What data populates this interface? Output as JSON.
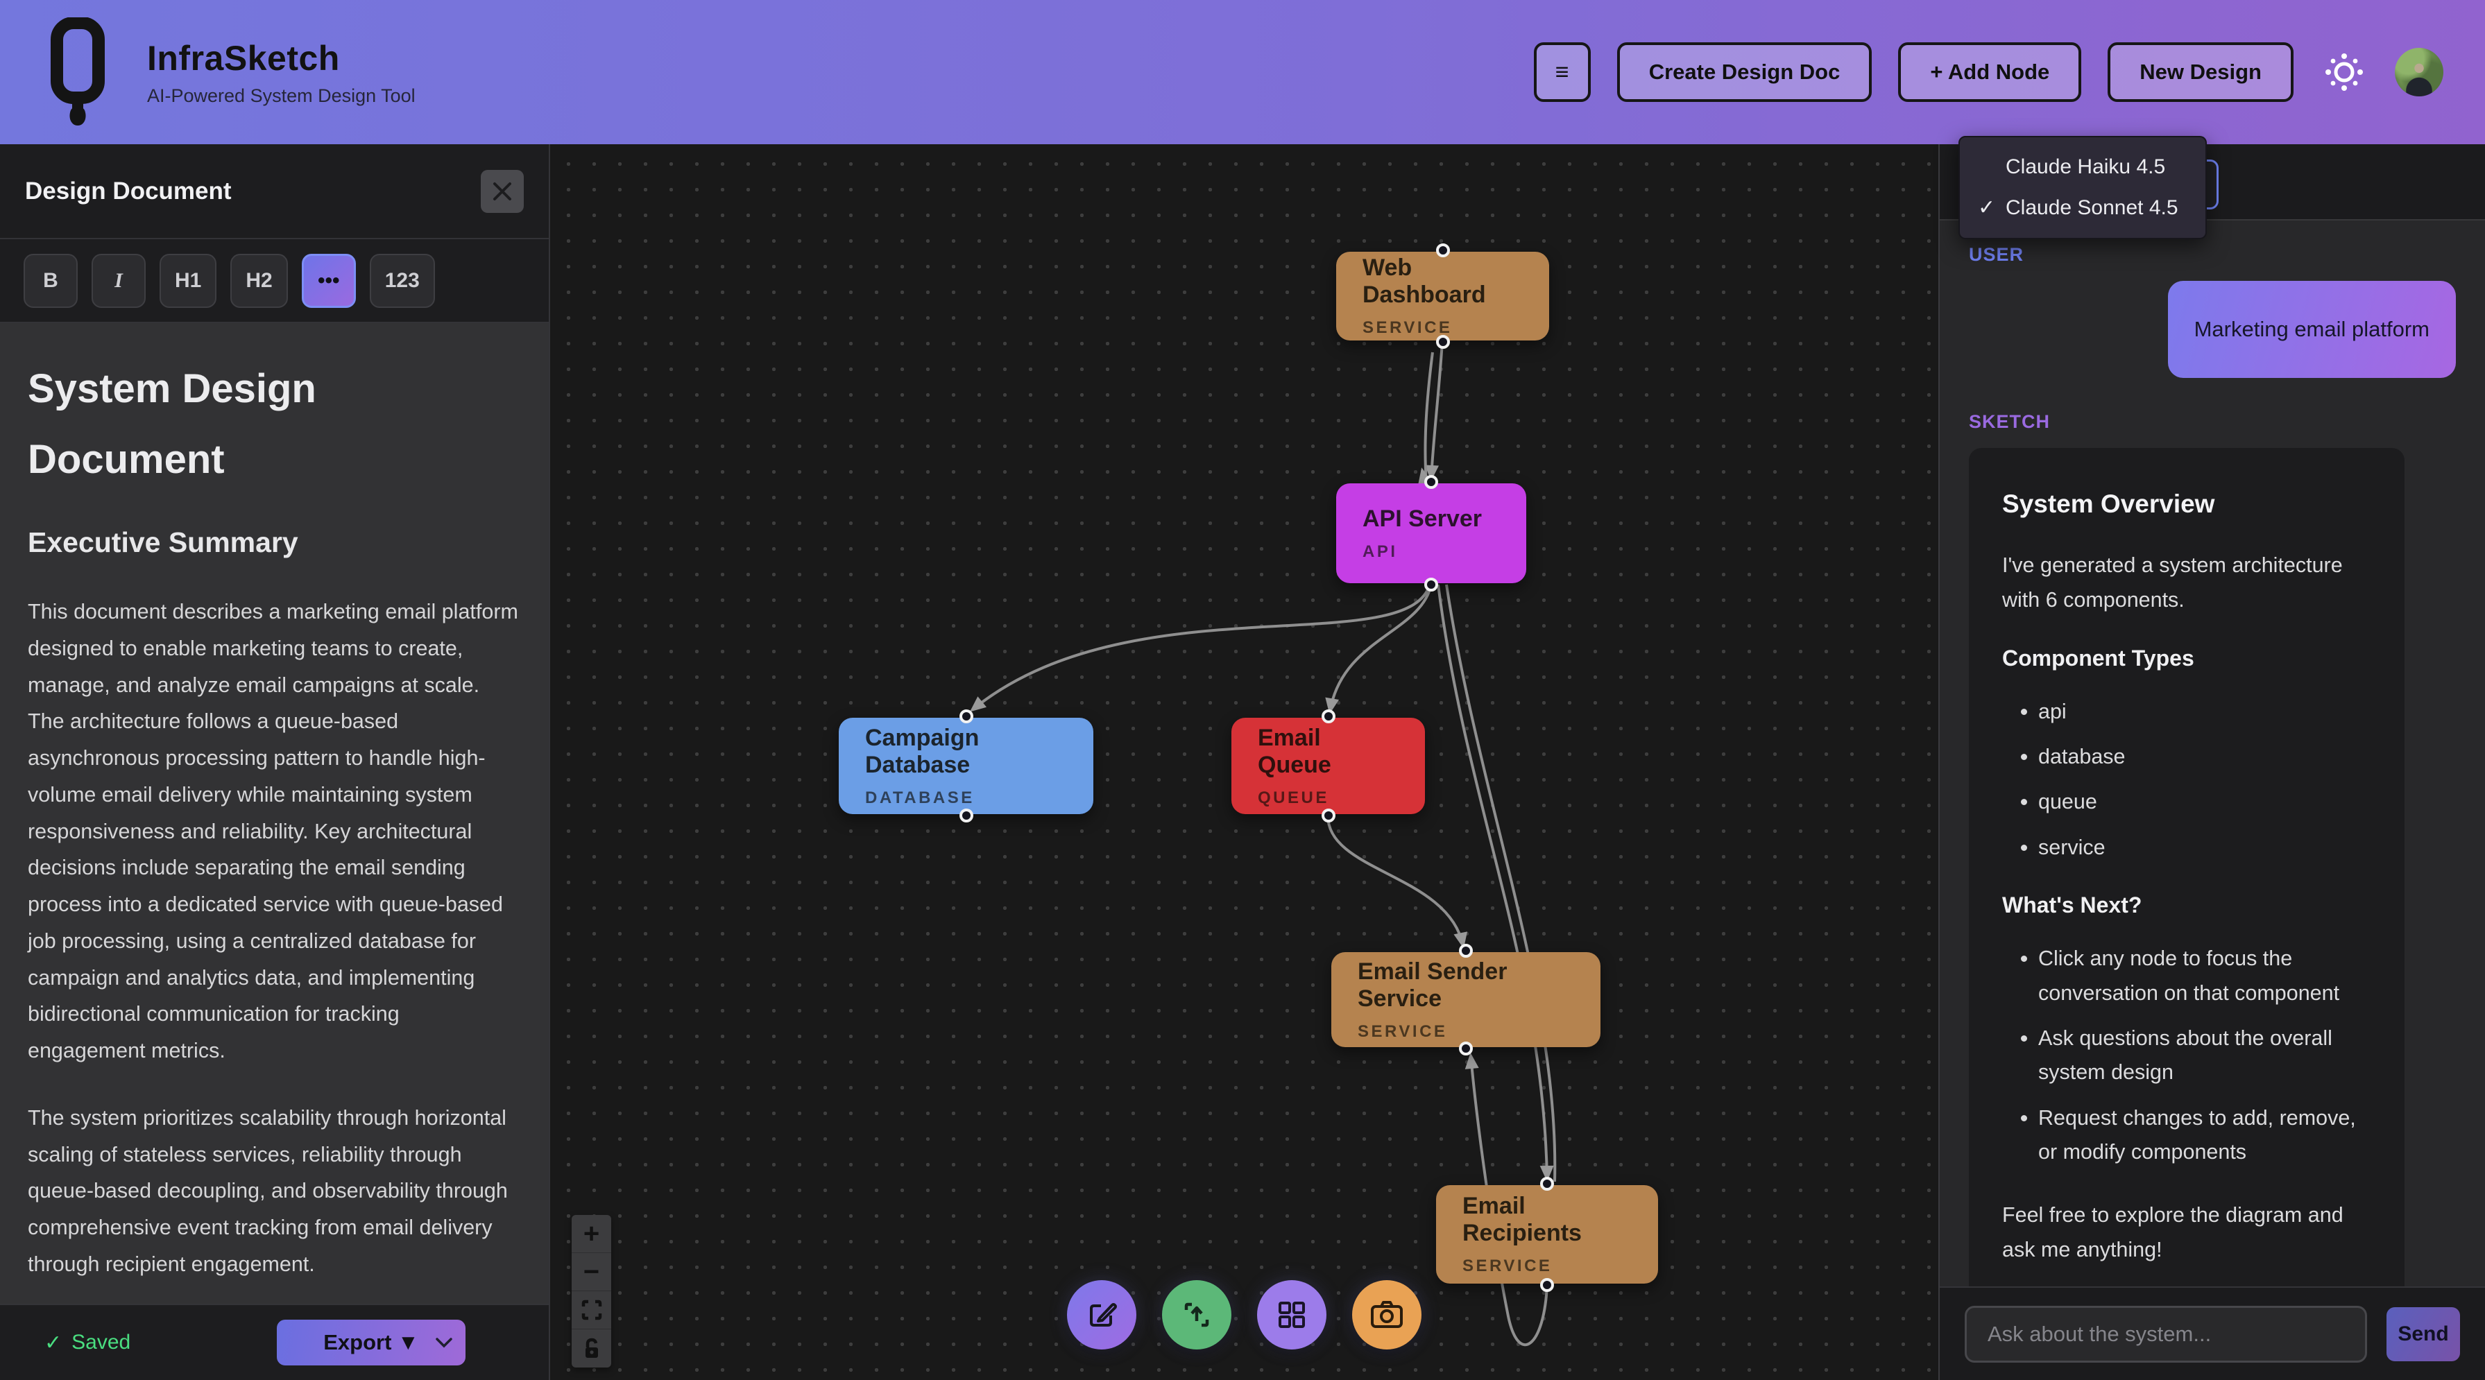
{
  "header": {
    "app_name": "InfraSketch",
    "tagline": "AI-Powered System Design Tool",
    "menu_icon": "≡",
    "buttons": {
      "create_doc": "Create Design Doc",
      "add_node": "+ Add Node",
      "new_design": "New Design"
    }
  },
  "model_dropdown": {
    "check": "✓",
    "items": {
      "0": "Claude Haiku 4.5",
      "1": "Claude Sonnet 4.5"
    },
    "selected": "Claude Sonnet 4.5"
  },
  "doc_panel": {
    "title": "Design Document",
    "toolbar": {
      "0": "B",
      "1": "I",
      "2": "H1",
      "3": "H2",
      "4": "•••",
      "5": "123"
    },
    "heading": "System Design Document",
    "subheading": "Executive Summary",
    "paragraphs": {
      "0": "This document describes a marketing email platform designed to enable marketing teams to create, manage, and analyze email campaigns at scale. The architecture follows a queue-based asynchronous processing pattern to handle high-volume email delivery while maintaining system responsiveness and reliability. Key architectural decisions include separating the email sending process into a dedicated service with queue-based job processing, using a centralized database for campaign and analytics data, and implementing bidirectional communication for tracking engagement metrics.",
      "1": "The system prioritizes scalability through horizontal scaling of stateless services, reliability through queue-based decoupling, and observability through comprehensive event tracking from email delivery through recipient engagement."
    },
    "saved_label": "Saved",
    "saved_check": "✓",
    "export_label": "Export ▼"
  },
  "canvas": {
    "zoom_in": "+",
    "zoom_out": "−",
    "nodes": {
      "web_dashboard": {
        "title": "Web Dashboard",
        "type": "SERVICE",
        "color": "#b5834f"
      },
      "api_server": {
        "title": "API Server",
        "type": "API",
        "color": "#c53ee5"
      },
      "campaign_db": {
        "title": "Campaign Database",
        "type": "DATABASE",
        "color": "#6b9ee6"
      },
      "email_queue": {
        "title": "Email Queue",
        "type": "QUEUE",
        "color": "#d63237"
      },
      "email_sender": {
        "title": "Email Sender Service",
        "type": "SERVICE",
        "color": "#b5834f"
      },
      "email_recipients": {
        "title": "Email Recipients",
        "type": "SERVICE",
        "color": "#b5834f"
      }
    }
  },
  "chat": {
    "user_label": "USER",
    "sketch_label": "SKETCH",
    "user_message": "Marketing email platform",
    "assistant": {
      "heading": "System Overview",
      "intro": "I've generated a system architecture with 6 components.",
      "component_types_heading": "Component Types",
      "component_types": {
        "0": "api",
        "1": "database",
        "2": "queue",
        "3": "service"
      },
      "whats_next_heading": "What's Next?",
      "whats_next": {
        "0": "Click any node to focus the conversation on that component",
        "1": "Ask questions about the overall system design",
        "2": "Request changes to add, remove, or modify components"
      },
      "outro": "Feel free to explore the diagram and ask me anything!"
    },
    "input_placeholder": "Ask about the system...",
    "send_label": "Send"
  }
}
